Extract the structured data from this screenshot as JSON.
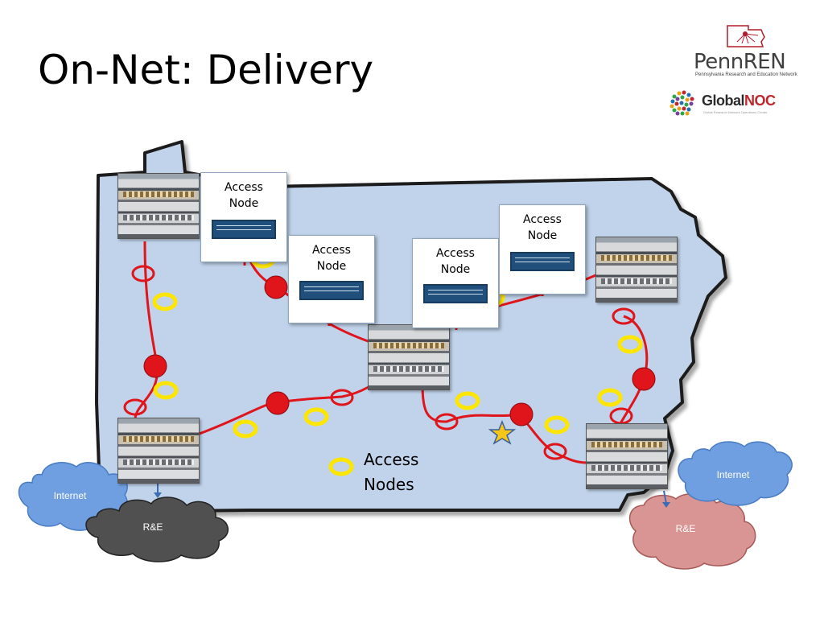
{
  "title": "On-Net: Delivery",
  "logos": {
    "pennren": {
      "name": "PennREN",
      "subtitle": "Pennsylvania Research and Education Network"
    },
    "globalnoc": {
      "name_main": "Global",
      "name_accent": "NOC",
      "subtitle": "Global Research Network Operations Center"
    }
  },
  "callouts": [
    {
      "label": "Access\nNode"
    },
    {
      "label": "Access\nNode"
    },
    {
      "label": "Access\nNode"
    },
    {
      "label": "Access\nNode"
    }
  ],
  "clouds": {
    "internet_left": "Internet",
    "re_left": "R&E",
    "internet_right": "Internet",
    "re_right": "R&E"
  },
  "legend": {
    "label": "Access\nNodes"
  },
  "colors": {
    "map_fill": "#c0d3ea",
    "link": "#e0141b",
    "access_ring": "#ffe600",
    "internet_cloud": "#6f9fe0",
    "re_left_cloud": "#555555",
    "re_right_cloud": "#d99593",
    "star": "#f5c518"
  }
}
